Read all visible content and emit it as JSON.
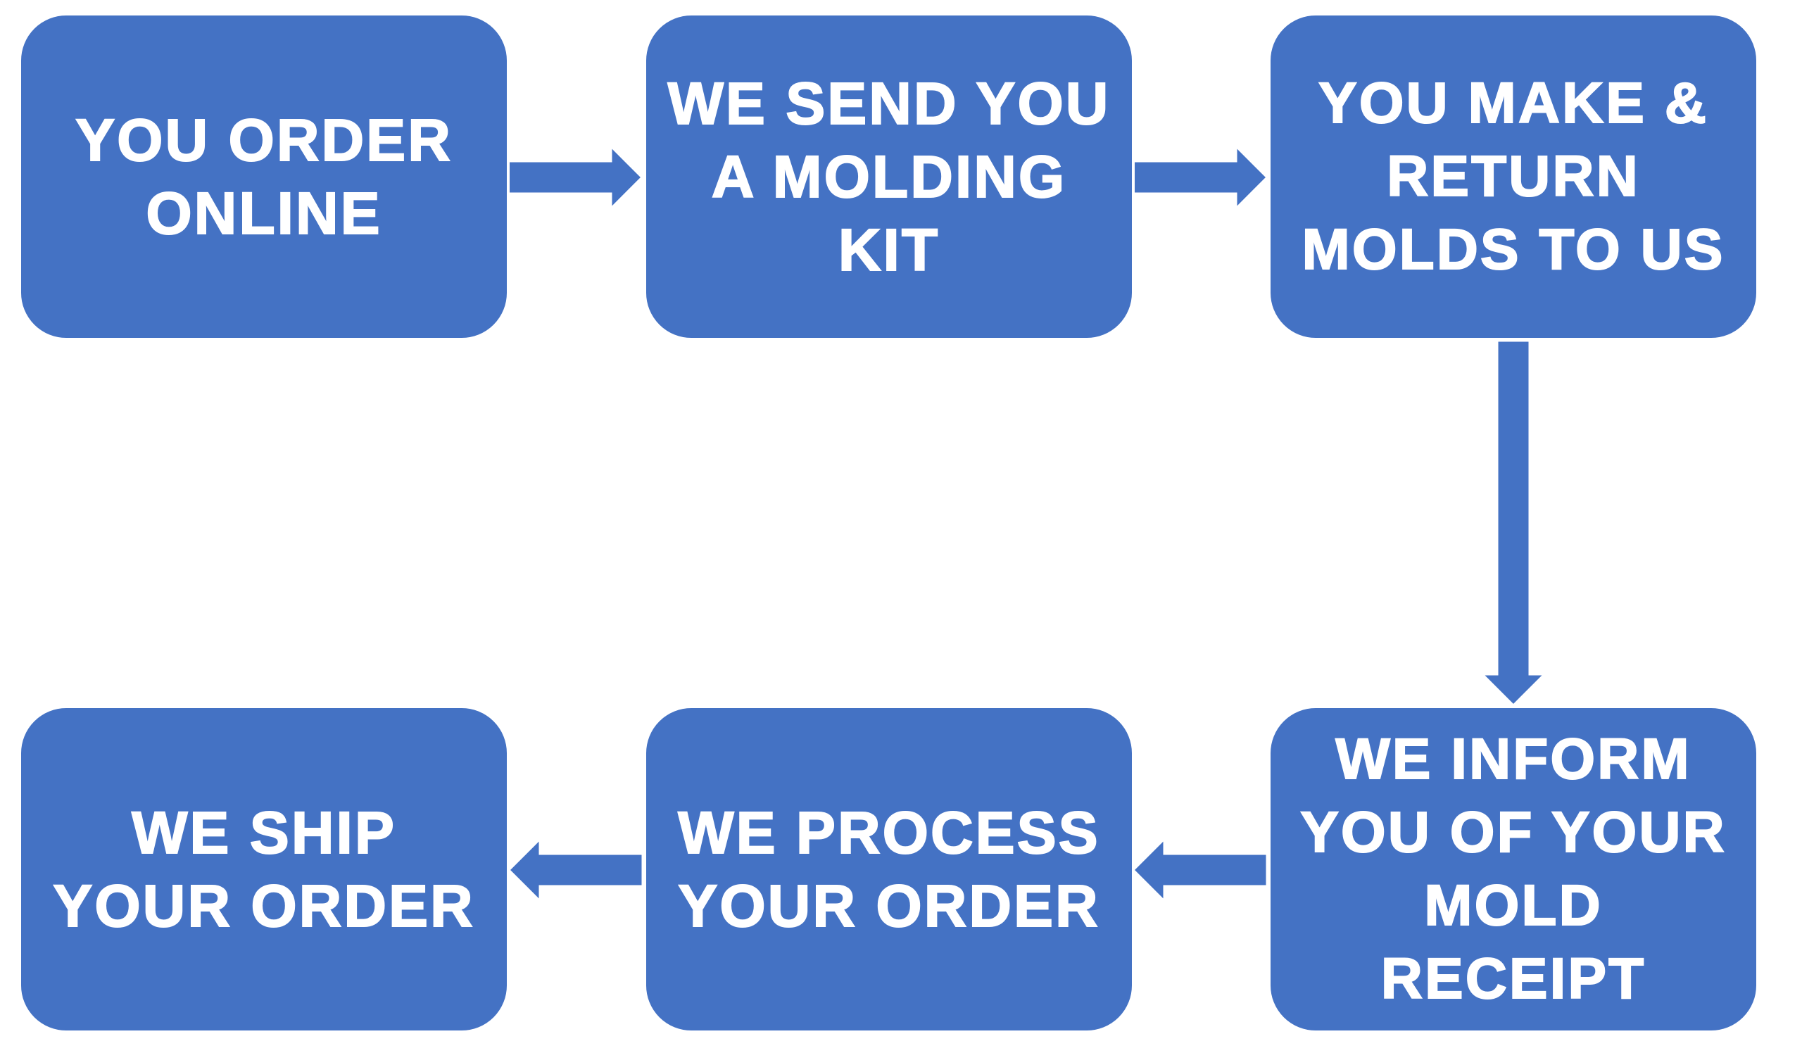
{
  "colors": {
    "box_fill": "#4472c4",
    "box_border": "#ffffff",
    "text": "#ffffff"
  },
  "steps": [
    {
      "label": "YOU ORDER\nONLINE"
    },
    {
      "label": "WE SEND YOU\nA MOLDING\nKIT"
    },
    {
      "label": "YOU MAKE &\nRETURN\nMOLDS TO US"
    },
    {
      "label": "WE INFORM\nYOU OF YOUR\nMOLD\nRECEIPT"
    },
    {
      "label": "WE PROCESS\nYOUR ORDER"
    },
    {
      "label": "WE SHIP\nYOUR ORDER"
    }
  ],
  "connections": [
    {
      "from": 1,
      "to": 2
    },
    {
      "from": 2,
      "to": 3
    },
    {
      "from": 3,
      "to": 4
    },
    {
      "from": 4,
      "to": 5
    },
    {
      "from": 5,
      "to": 6
    }
  ]
}
